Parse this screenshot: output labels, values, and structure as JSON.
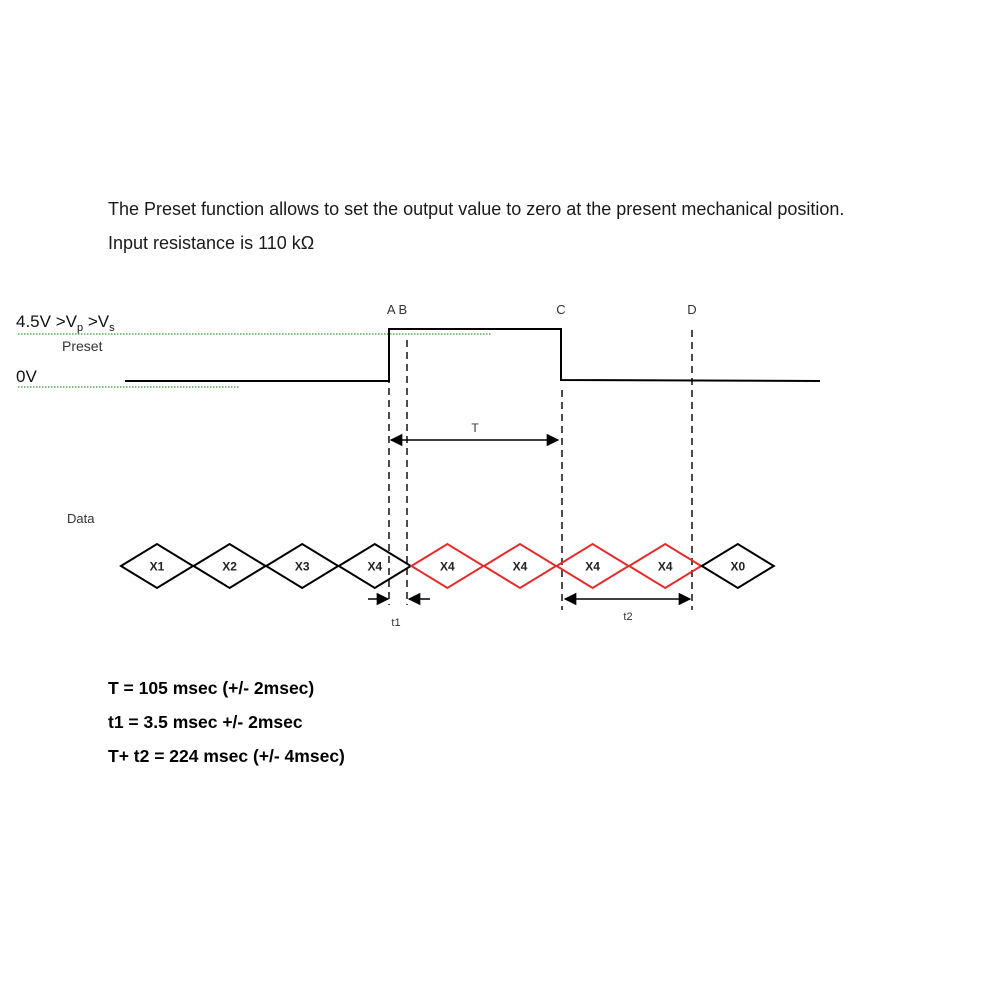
{
  "intro": {
    "line1": "The Preset function allows to set the output value to zero at the present mechanical position.",
    "line2": "Input resistance is 110 kΩ"
  },
  "diagram": {
    "level_high": {
      "base": "4.5V >V",
      "sub1": "p",
      "mid": " >V",
      "sub2": "s"
    },
    "preset_label": "Preset",
    "level_low": "0V",
    "markers": [
      "A B",
      "C",
      "D"
    ],
    "interval_T": "T",
    "data_label": "Data",
    "cells": [
      {
        "label": "X1",
        "color": "black"
      },
      {
        "label": "X2",
        "color": "black"
      },
      {
        "label": "X3",
        "color": "black"
      },
      {
        "label": "X4",
        "color": "black"
      },
      {
        "label": "X4",
        "color": "red"
      },
      {
        "label": "X4",
        "color": "red"
      },
      {
        "label": "X4",
        "color": "red"
      },
      {
        "label": "X4",
        "color": "red"
      },
      {
        "label": "X0",
        "color": "black"
      }
    ],
    "interval_t1": "t1",
    "interval_t2": "t2",
    "colors": {
      "signal": "#000000",
      "highlight": "#e52b2b",
      "dotted_level": "#2e9e2e"
    }
  },
  "formulas": [
    "T = 105 msec (+/- 2msec)",
    "t1 = 3.5 msec +/- 2msec",
    "T+ t2 = 224 msec (+/- 4msec)"
  ]
}
